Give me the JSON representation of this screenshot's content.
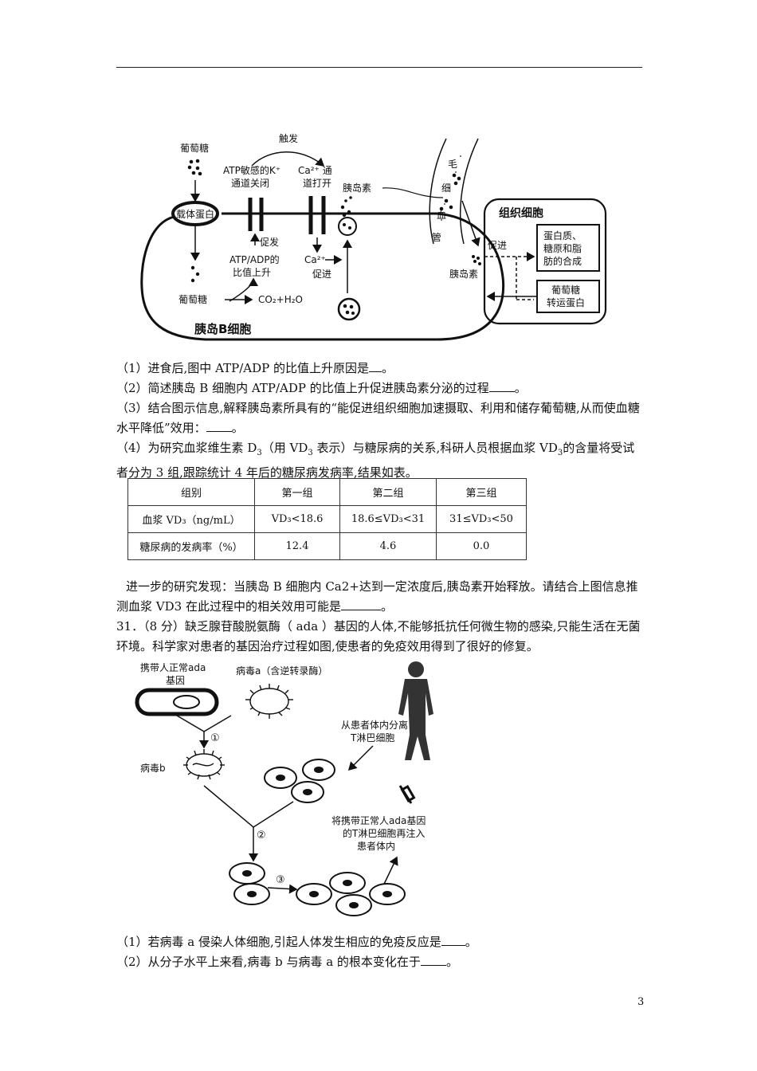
{
  "figure1": {
    "glucose_top": "葡萄糖",
    "carrier": "载体蛋白",
    "trigger": "触发",
    "atp_k_line1": "ATP敏感的K⁺",
    "atp_k_line2": "通道关闭",
    "ca_channel_line1": "Ca²⁺ 通",
    "ca_channel_line2": "道打开",
    "insulin_out": "胰岛素",
    "promote_up": "促发",
    "atp_adp_line1": "ATP/ADP的",
    "atp_adp_line2": "比值上升",
    "ca_ion": "Ca²⁺",
    "promote_ca": "促进",
    "glucose_bottom": "葡萄糖",
    "co2_h2o": "CO₂+H₂O",
    "b_cell": "胰岛B细胞",
    "capillary": [
      "毛",
      "细",
      "血",
      "管"
    ],
    "insulin_tissue": "胰岛素",
    "promote_tissue": "促进",
    "tissue_cell": "组织细胞",
    "synthesis_line1": "蛋白质、",
    "synthesis_line2": "糖原和脂",
    "synthesis_line3": "肪的合成",
    "transporter_line1": "葡萄糖",
    "transporter_line2": "转运蛋白"
  },
  "q30": {
    "q1_text": "（1）进食后,图中 ATP/ADP 的比值上升原因是",
    "q1_end": "。",
    "q2_text": "（2）简述胰岛 B 细胞内 ATP/ADP 的比值上升促进胰岛素分泌的过程",
    "q2_end": "。",
    "q3_text": "（3）结合图示信息,解释胰岛素所具有的“能促进组织细胞加速摄取、利用和储存葡萄糖,从而使血糖水平降低”效用：",
    "q3_end": "。",
    "q4_a": "（4）为研究血浆维生素 D",
    "q4_sub": "3",
    "q4_b": "（用 VD",
    "q4_sub2": "3",
    "q4_c": " 表示）与糖尿病的关系,科研人员根据血浆 VD",
    "q4_sub3": "3",
    "q4_d": "的含量将受试者分为 3 组,跟踪统计 4 年后的糖尿病发病率,结果如表。",
    "further": "进一步的研究发现：当胰岛 B 细胞内 Ca2+达到一定浓度后,胰岛素开始释放。请结合上图信息推测血浆 VD3 在此过程中的相关效用可能是",
    "further_end": "。"
  },
  "table": {
    "headers": [
      "组别",
      "第一组",
      "第二组",
      "第三组"
    ],
    "row1_label": "血浆 VD₃（ng/mL）",
    "row1": [
      "VD₃<18.6",
      "18.6≤VD₃<31",
      "31≤VD₃<50"
    ],
    "row2_label": "糖尿病的发病率（%）",
    "row2": [
      "12.4",
      "4.6",
      "0.0"
    ]
  },
  "q31": {
    "intro": "31．（8 分）缺乏腺苷酸脱氨酶（ ada ）基因的人体,不能够抵抗任何微生物的感染,只能生活在无菌环境。科学家对患者的基因治疗过程如图,使患者的免疫效用得到了很好的修复。",
    "q1_text": "（1）若病毒 a 侵染人体细胞,引起人体发生相应的免疫反应是",
    "q1_end": "。",
    "q2_text": "（2）从分子水平上来看,病毒 b 与病毒 a 的根本变化在于",
    "q2_end": "。"
  },
  "figure2": {
    "carrier_line1": "携带人正常ada",
    "carrier_line2": "基因",
    "virus_a": "病毒a（含逆转录酶）",
    "step1": "①",
    "virus_b": "病毒b",
    "isolate_line1": "从患者体内分离",
    "isolate_line2": "T淋巴细胞",
    "step2": "②",
    "step3": "③",
    "inject_line1": "将携带正常人ada基因",
    "inject_line2": "的T淋巴细胞再注入",
    "inject_line3": "患者体内"
  },
  "page_number": "3"
}
